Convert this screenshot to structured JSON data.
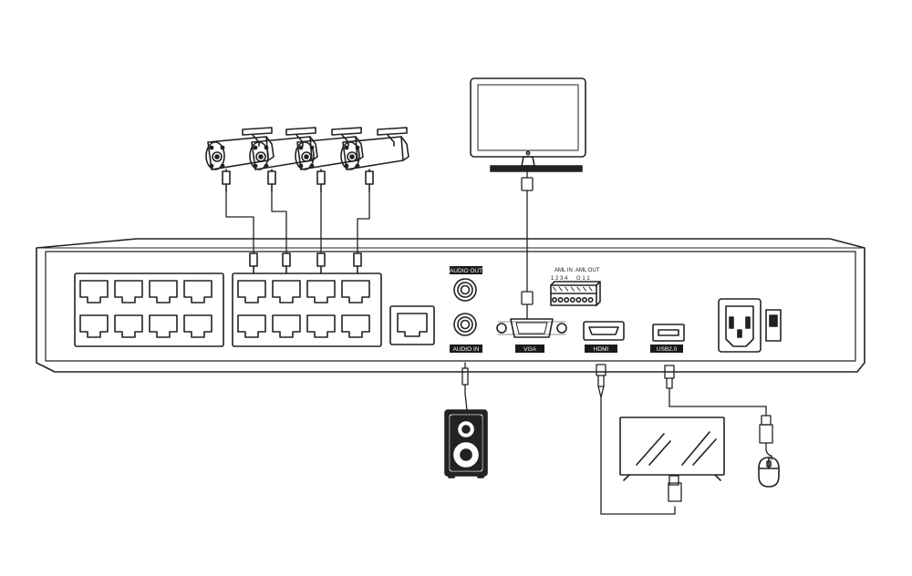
{
  "labels": {
    "audio_out": "AUDIO OUT",
    "audio_in": "AUDIO IN",
    "vga": "VGA",
    "hdmi": "HDMI",
    "usb": "USB2.0",
    "alarm_in": "AML IN",
    "alarm_out": "AML OUT",
    "alarm_in_pins": "1 2 3 4",
    "alarm_out_pins": "G 1 1"
  },
  "icons": {
    "camera": "bullet-camera-icon",
    "monitor": "monitor-icon",
    "tv": "tv-icon",
    "speaker": "speaker-icon",
    "mouse": "mouse-icon"
  },
  "colors": {
    "line": "#222222",
    "label_bg": "#1a1a1a"
  }
}
